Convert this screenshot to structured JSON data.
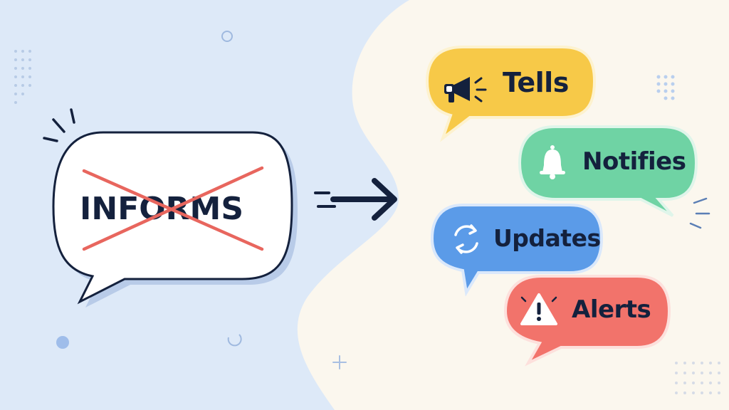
{
  "old_word": "INFORMS",
  "replacements": [
    {
      "label": "Tells",
      "icon": "megaphone-icon",
      "color": "#f7c948"
    },
    {
      "label": "Notifies",
      "icon": "bell-icon",
      "color": "#6fd3a4"
    },
    {
      "label": "Updates",
      "icon": "refresh-icon",
      "color": "#5b9be8"
    },
    {
      "label": "Alerts",
      "icon": "warning-icon",
      "color": "#f2736b"
    }
  ],
  "colors": {
    "left_background": "#dde9f8",
    "right_background": "#fbf7ee",
    "ink": "#14213d",
    "strike": "#e8665e"
  }
}
